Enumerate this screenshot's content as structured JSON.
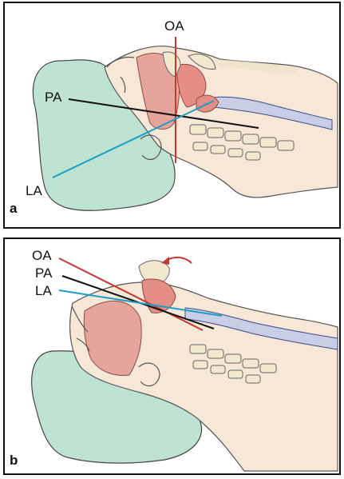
{
  "panel_a": {
    "letter": "a",
    "labels": {
      "oa": "OA",
      "pa": "PA",
      "la": "LA"
    }
  },
  "panel_b": {
    "letter": "b",
    "labels": {
      "oa": "OA",
      "pa": "PA",
      "la": "LA"
    }
  },
  "colors": {
    "oral_axis": "#c8372d",
    "pharyngeal_axis": "#111111",
    "laryngeal_axis": "#1a9ec9",
    "pillow": "#bfe3d2",
    "tissue": "#e7a49c",
    "skin": "#f6e7d6",
    "tube": "#c9cde6"
  }
}
